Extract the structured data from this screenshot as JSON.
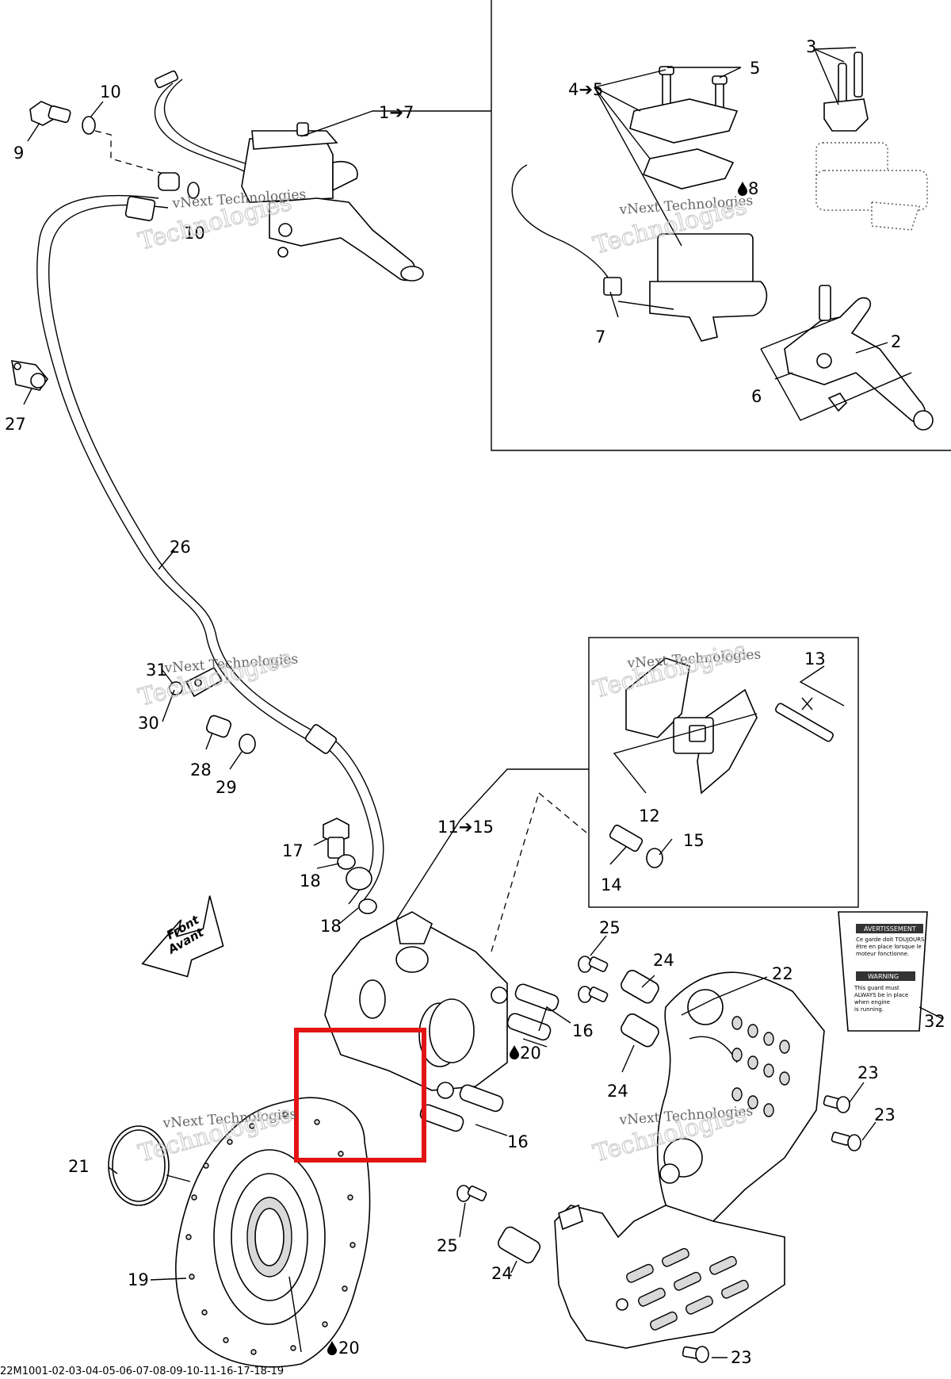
{
  "watermark": {
    "line1": "vNext Technologies",
    "line2": "Technologies"
  },
  "callouts": {
    "c9": "9",
    "c10a": "10",
    "c10b": "10",
    "c1_7": "1➔7",
    "c3": "3",
    "c4_5": "4➔5",
    "c5": "5",
    "c8": "8",
    "c7": "7",
    "c2": "2",
    "c6": "6",
    "c27": "27",
    "c26": "26",
    "c31": "31",
    "c30": "30",
    "c28": "28",
    "c29": "29",
    "c13": "13",
    "c12": "12",
    "c11_15": "11➔15",
    "c15": "15",
    "c14": "14",
    "c17": "17",
    "c18a": "18",
    "c18b": "18",
    "c25a": "25",
    "c24a": "24",
    "c22": "22",
    "c16a": "16",
    "c20a": "20",
    "c24b": "24",
    "c32": "32",
    "c23a": "23",
    "c23b": "23",
    "c16b": "16",
    "c21": "21",
    "c25b": "25",
    "c24c": "24",
    "c19": "19",
    "c20b": "20",
    "c23c": "23"
  },
  "arrow_label": {
    "line1": "Front",
    "line2": "Avant"
  },
  "decal": {
    "title1": "AVERTISSEMENT",
    "text1": [
      "Ce garde doit TOUJOURS",
      "être en place lorsque le",
      "moteur fonctionne."
    ],
    "title2": "WARNING",
    "text2": [
      "This guard must",
      "ALWAYS be in place",
      "when engine",
      "is running."
    ]
  },
  "drawing_code": "22M1001-02-03-04-05-06-07-08-09-10-11-16-17-18-19",
  "colors": {
    "highlight": "#e31414",
    "line": "#000000",
    "watermark": "#b8b8b8"
  },
  "icons": {
    "fluid": "drop-icon"
  }
}
